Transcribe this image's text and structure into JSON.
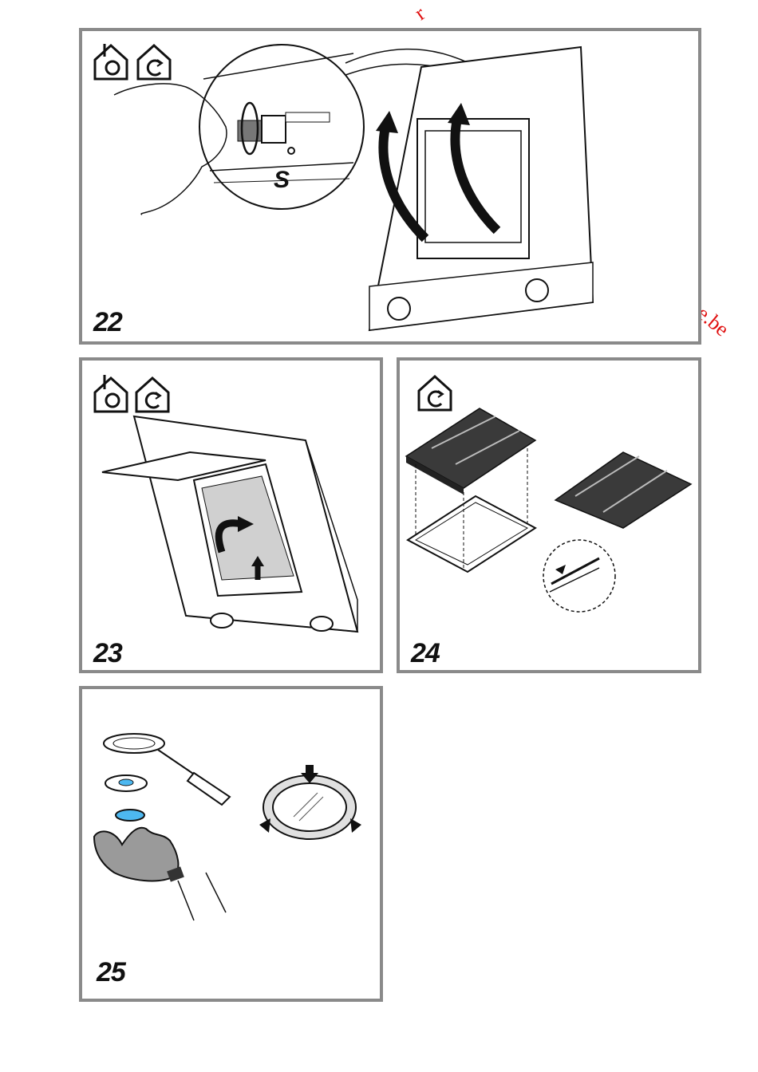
{
  "watermark": {
    "top_fragment": "r",
    "right_fragment": "e.be"
  },
  "figures": [
    {
      "number": "22",
      "icons": [
        "house-fan-extraction-icon",
        "house-recirculation-icon"
      ],
      "callout_label": "S"
    },
    {
      "number": "23",
      "icons": [
        "house-fan-extraction-icon",
        "house-recirculation-icon"
      ]
    },
    {
      "number": "24",
      "icons": [
        "house-recirculation-icon"
      ]
    },
    {
      "number": "25",
      "icons": []
    }
  ],
  "colors": {
    "frame": "#8a8a8a",
    "watermark": "#e01010",
    "lamp_blue": "#4db8f0",
    "filter_dark": "#3a3a3a"
  }
}
